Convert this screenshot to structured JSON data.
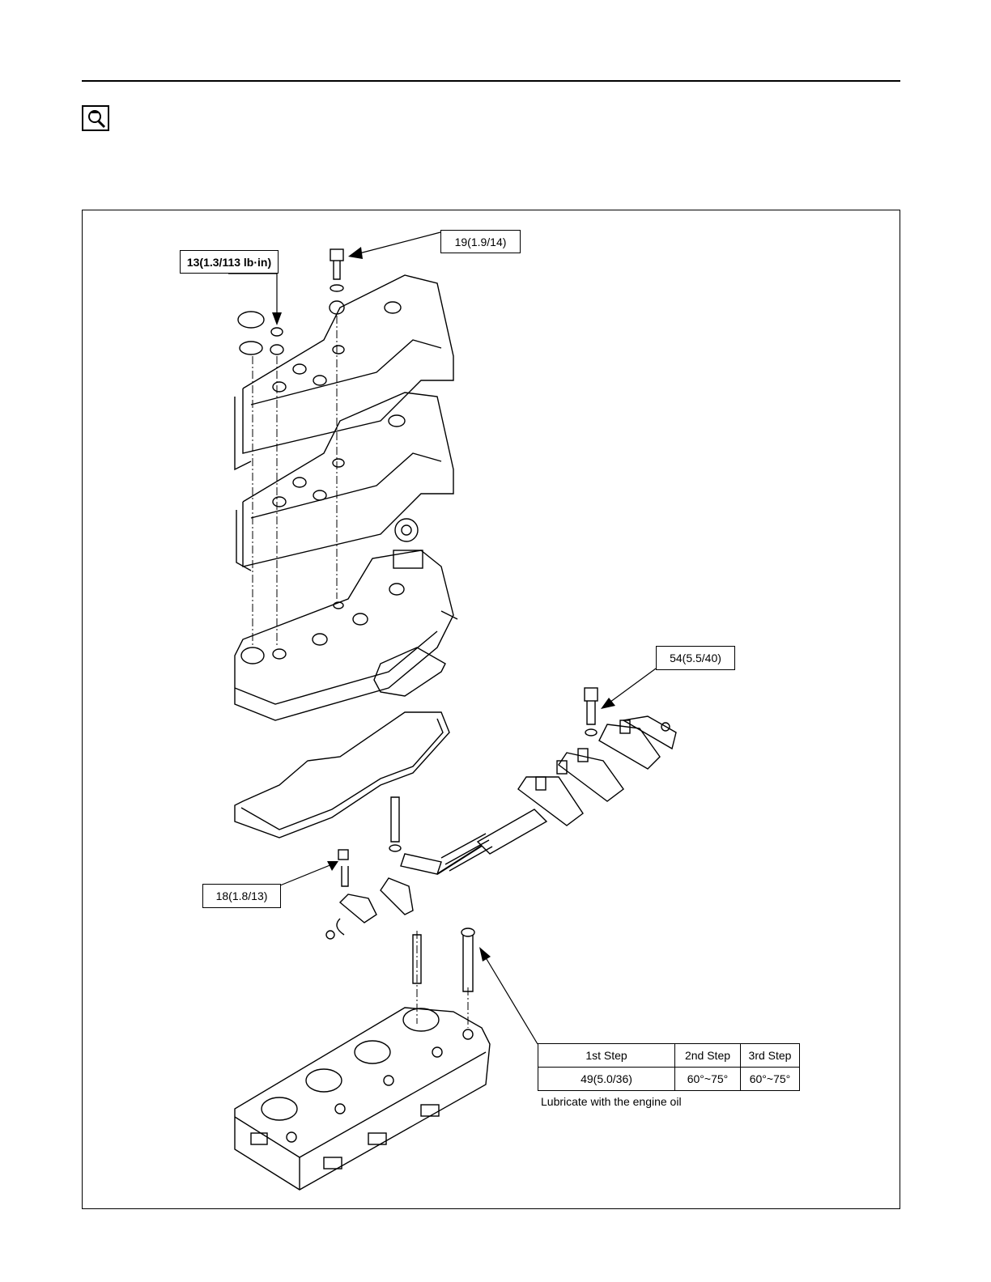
{
  "callouts": {
    "rear_cover_bolt": "13(1.3/113 lb·in)",
    "cover_bolt": "19(1.9/14)",
    "rocker_shaft_bolt": "54(5.5/40)",
    "adjust_nut": "18(1.8/13)"
  },
  "head_bolt_table": {
    "headers": [
      "1st Step",
      "2nd Step",
      "3rd Step"
    ],
    "values": [
      "49(5.0/36)",
      "60°~75°",
      "60°~75°"
    ]
  },
  "note": "Lubricate with the engine oil"
}
